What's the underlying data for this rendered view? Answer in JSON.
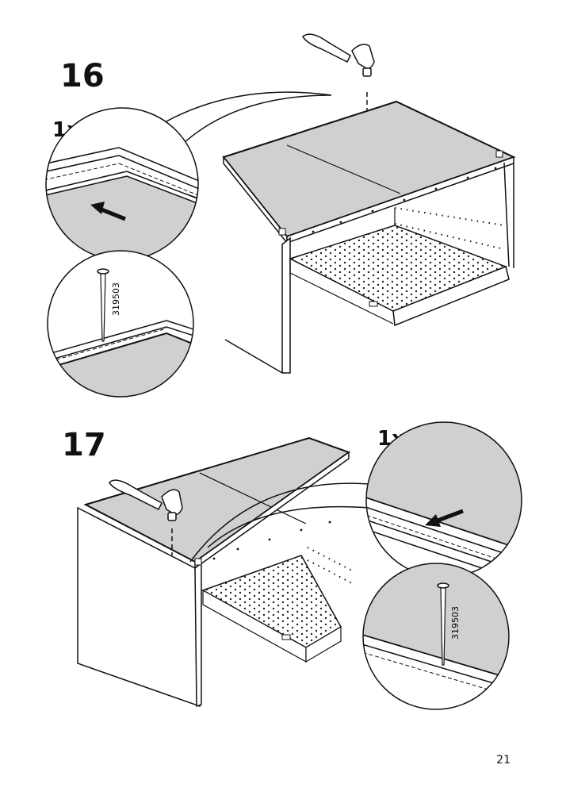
{
  "steps": [
    {
      "number": "16",
      "quantity": "1x",
      "part_code": "319503"
    },
    {
      "number": "17",
      "quantity": "1x",
      "part_code": "319503"
    }
  ],
  "page_number": "21",
  "icons": [
    "hammer-icon",
    "nail-icon",
    "push-direction-arrow-icon"
  ]
}
